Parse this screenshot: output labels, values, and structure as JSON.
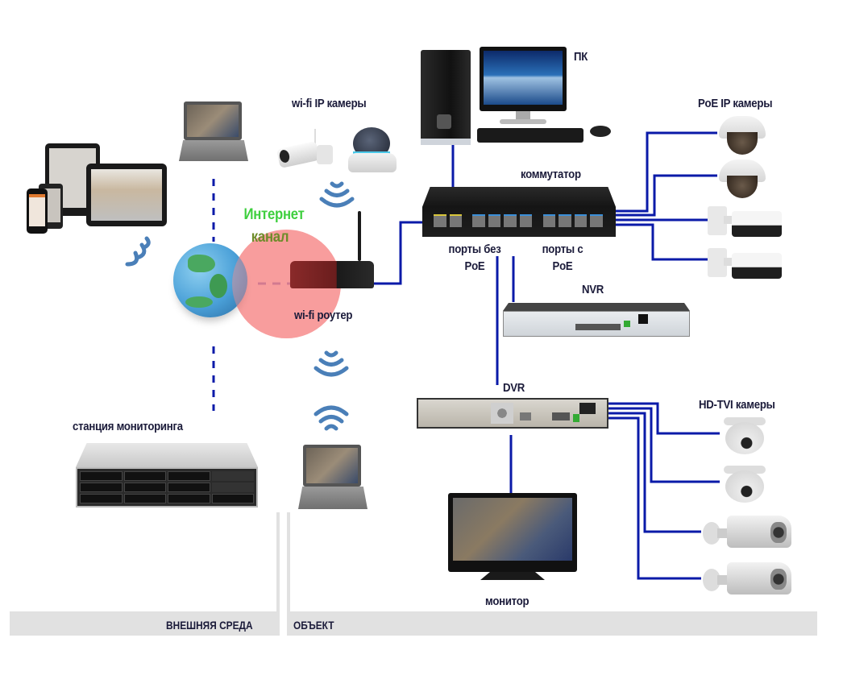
{
  "diagram": {
    "type": "network-topology",
    "subject": "video surveillance system"
  },
  "labels": {
    "pc": "ПК",
    "wifi_cameras": "wi-fi IP камеры",
    "poe_cameras": "PoE IP камеры",
    "switch": "коммутатор",
    "ports_no_poe_1": "порты без",
    "ports_no_poe_2": "PoE",
    "ports_poe_1": "порты с",
    "ports_poe_2": "PoE",
    "nvr": "NVR",
    "dvr": "DVR",
    "internet_1": "Интернет",
    "internet_2": "канал",
    "router": "wi-fi роутер",
    "monitoring_station": "станция мониторинга",
    "hdtvi_cameras": "HD-TVI камеры",
    "monitor": "монитор"
  },
  "zones": {
    "external": "ВНЕШНЯЯ СРЕДА",
    "object": "ОБЪЕКТ"
  },
  "colors": {
    "wire": "#0a1aa8",
    "wifi": "#4a7fb8",
    "internet_top": "#3ecf3e",
    "internet_bottom": "#6e8c2a",
    "internet_circle": "#f79a9a",
    "label": "#1b1b3a",
    "zone_bar": "#e1e1e1"
  },
  "nodes": [
    {
      "id": "mobile-devices",
      "label": ""
    },
    {
      "id": "laptop-remote",
      "label": ""
    },
    {
      "id": "globe",
      "label": ""
    },
    {
      "id": "wifi-cameras",
      "label": "wi-fi IP камеры"
    },
    {
      "id": "router",
      "label": "wi-fi роутер"
    },
    {
      "id": "pc",
      "label": "ПК"
    },
    {
      "id": "switch",
      "label": "коммутатор"
    },
    {
      "id": "poe-cameras",
      "label": "PoE IP камеры",
      "count": 4
    },
    {
      "id": "nvr",
      "label": "NVR"
    },
    {
      "id": "dvr",
      "label": "DVR"
    },
    {
      "id": "hdtvi-cameras",
      "label": "HD-TVI камеры",
      "count": 4
    },
    {
      "id": "monitor",
      "label": "монитор"
    },
    {
      "id": "monitoring-station",
      "label": "станция мониторинга"
    },
    {
      "id": "laptop-local",
      "label": ""
    }
  ],
  "edges": [
    {
      "from": "laptop-remote",
      "to": "globe",
      "style": "dashed"
    },
    {
      "from": "globe",
      "to": "monitoring-station",
      "style": "dashed"
    },
    {
      "from": "globe",
      "to": "router",
      "style": "dashed"
    },
    {
      "from": "mobile-devices",
      "to": "globe",
      "style": "wireless"
    },
    {
      "from": "wifi-cameras",
      "to": "router",
      "style": "wireless"
    },
    {
      "from": "router",
      "to": "laptop-local",
      "style": "wireless"
    },
    {
      "from": "router",
      "to": "switch",
      "style": "wired"
    },
    {
      "from": "pc",
      "to": "switch",
      "style": "wired"
    },
    {
      "from": "switch",
      "to": "poe-cameras",
      "style": "wired"
    },
    {
      "from": "switch",
      "to": "nvr",
      "style": "wired"
    },
    {
      "from": "switch",
      "to": "dvr",
      "style": "wired"
    },
    {
      "from": "dvr",
      "to": "hdtvi-cameras",
      "style": "wired"
    },
    {
      "from": "dvr",
      "to": "monitor",
      "style": "wired"
    }
  ]
}
